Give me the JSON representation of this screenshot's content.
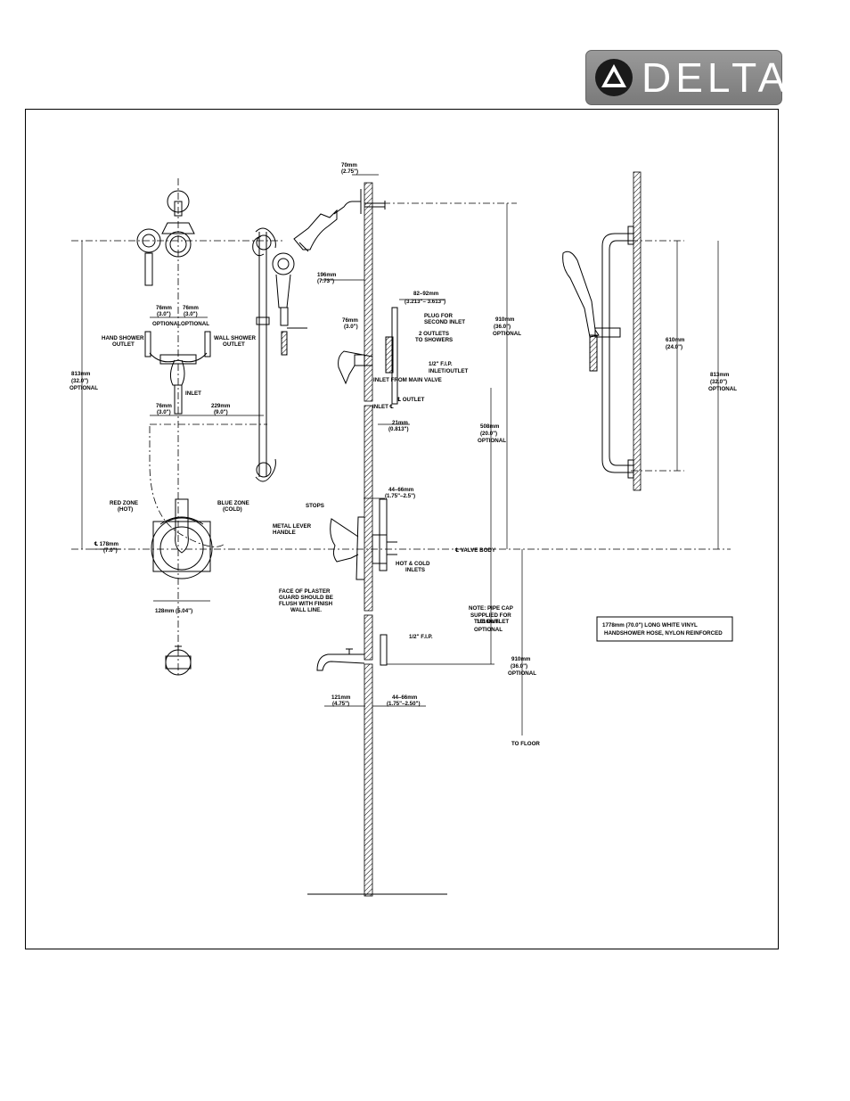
{
  "brand": {
    "name": "DELTA"
  },
  "icons": {
    "logo": "delta-triangle-logo-icon"
  },
  "labels": {
    "d70": "70mm",
    "d70b": "(2.75\")",
    "d196": "196mm",
    "d196b": "(7.73\")",
    "d82": "82–92mm",
    "d82b": "(3.213\"– 3.613\")",
    "plug1": "PLUG FOR",
    "plug2": "SECOND INLET",
    "outlets1": "2 OUTLETS",
    "outlets2": "TO SHOWERS",
    "fip1": "1/2\" F.I.P.",
    "fip1b": "INLET/OUTLET",
    "d76c": "76mm",
    "d76cb": "(3.0\")",
    "inletmain": "INLET FROM MAIN VALVE",
    "outletcl": "℄ OUTLET",
    "inletcl": "INLET ℄",
    "d21": "21mm",
    "d21b": "(0.813\")",
    "d910": "910mm",
    "d910b": "(36.0\")",
    "d910c": "OPTIONAL",
    "d508": "508mm",
    "d508b": "(20.0\")",
    "d508c": "OPTIONAL",
    "d610": "610mm",
    "d610b": "(24.0\")",
    "d813r": "813mm",
    "d813rb": "(32.0\")",
    "d813rc": "OPTIONAL",
    "d813l": "813mm",
    "d813lb": "(32.0\")",
    "d813lc": "OPTIONAL",
    "d76a": "76mm",
    "d76ab": "(3.0\")",
    "opt1": "OPTIONAL",
    "d76b": "76mm",
    "d76bb": "(3.0\")",
    "opt2": "OPTIONAL",
    "hso1": "HAND SHOWER",
    "hso2": "OUTLET",
    "wso1": "WALL SHOWER",
    "wso2": "OUTLET",
    "inlet": "INLET",
    "d76d": "76mm",
    "d76db": "(3.0\")",
    "d229": "229mm",
    "d229b": "(9.0\")",
    "red1": "RED ZONE",
    "red2": "(HOT)",
    "blue1": "BLUE ZONE",
    "blue2": "(COLD)",
    "d178": "℄ 178mm",
    "d178b": "(7.0\")",
    "d128": "128mm (5.04\")",
    "stops": "STOPS",
    "lever1": "METAL LEVER",
    "lever2": "HANDLE",
    "d44a": "44–66mm",
    "d44ab": "(1.75\"–2.5\")",
    "valvebody": "℄ VALVE BODY",
    "hotcold1": "HOT & COLD",
    "hotcold2": "INLETS",
    "face1": "FACE OF PLASTER",
    "face2": "GUARD SHOULD BE",
    "face3": "FLUSH WITH FINISH",
    "face4": "WALL LINE.",
    "note1": "NOTE: PIPE CAP",
    "note2": "SUPPLIED FOR",
    "note3": "TUB OUTLET",
    "d1016": "1016mm",
    "d1016c": "OPTIONAL",
    "fip2": "1/2\" F.I.P.",
    "d910l": "910mm",
    "d910lb": "(36.0\")",
    "d910lc": "OPTIONAL",
    "d121": "121mm",
    "d121b": "(4.75\")",
    "d44b": "44–66mm",
    "d44bb": "(1.75\"–2.50\")",
    "tofloor": "TO FLOOR",
    "hose1": "1778mm (70.0\") LONG WHITE VINYL",
    "hose2": "HANDSHOWER HOSE, NYLON REINFORCED"
  }
}
